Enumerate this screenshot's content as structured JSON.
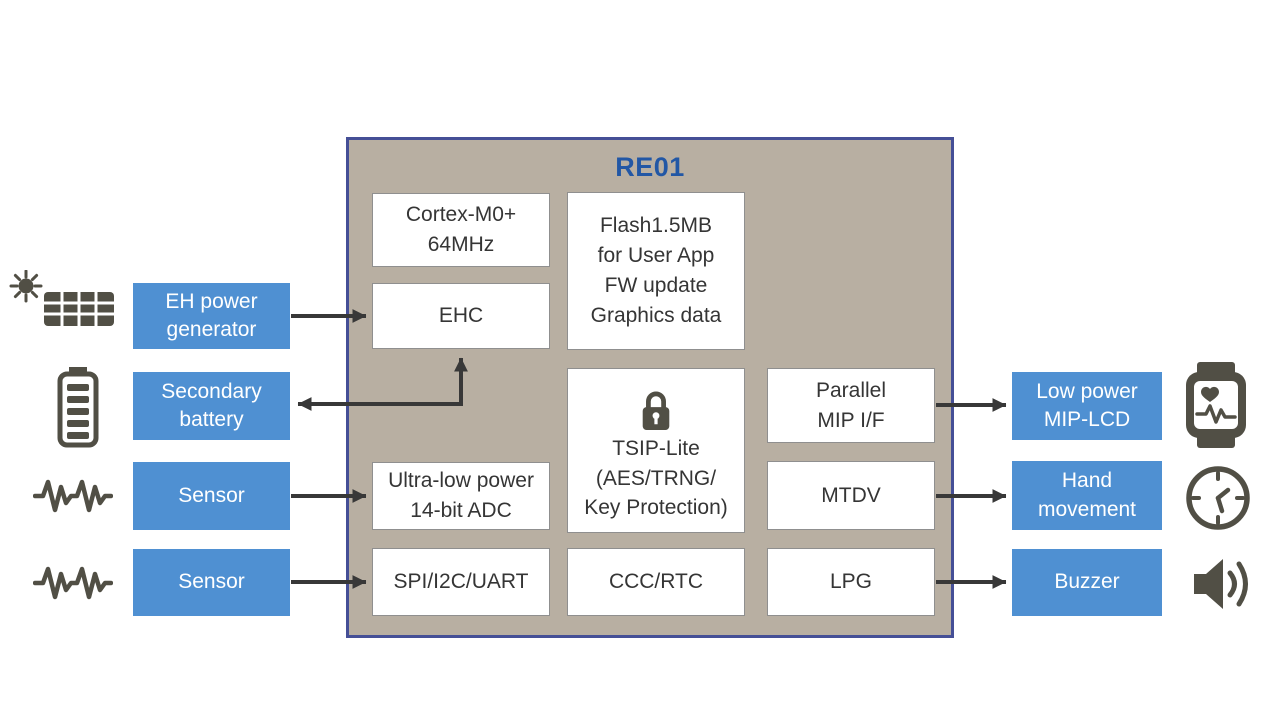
{
  "diagram": {
    "title": "RE01"
  },
  "blocks": {
    "cpu": "Cortex-M0+\n64MHz",
    "ehc": "EHC",
    "flash": "Flash1.5MB\nfor User App\nFW update\nGraphics data",
    "tsip": "TSIP-Lite\n(AES/TRNG/\nKey Protection)",
    "adc": "Ultra-low power\n14-bit ADC",
    "spi": "SPI/I2C/UART",
    "ccc": "CCC/RTC",
    "mip": "Parallel\nMIP I/F",
    "mtdv": "MTDV",
    "lpg": "LPG"
  },
  "inputs": [
    {
      "label": "EH power\ngenerator",
      "icon": "solar-panel-icon"
    },
    {
      "label": "Secondary\nbattery",
      "icon": "battery-icon"
    },
    {
      "label": "Sensor",
      "icon": "waveform-icon"
    },
    {
      "label": "Sensor",
      "icon": "waveform-icon"
    }
  ],
  "outputs": [
    {
      "label": "Low power\nMIP-LCD",
      "icon": "smartwatch-icon"
    },
    {
      "label": "Hand\nmovement",
      "icon": "clock-icon"
    },
    {
      "label": "Buzzer",
      "icon": "speaker-icon"
    }
  ],
  "colors": {
    "accent_blue": "#4f90d2",
    "panel_bg": "#b8afa2",
    "panel_border": "#454f96",
    "title_blue": "#2257a5",
    "arrow": "#383838",
    "icon": "#514f45"
  }
}
